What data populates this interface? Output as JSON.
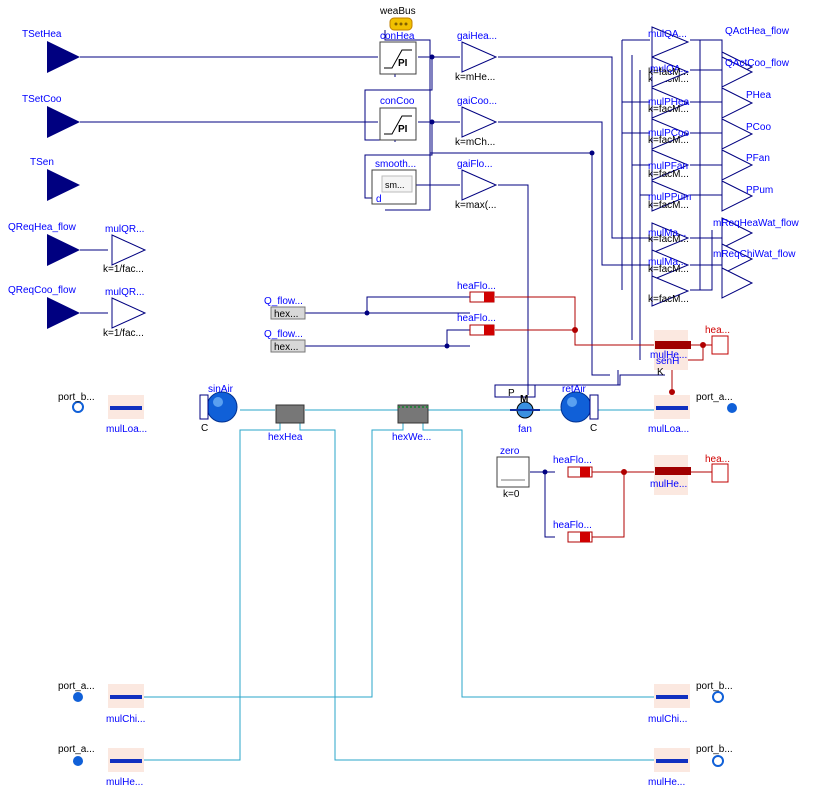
{
  "inputs": {
    "tsethea": "TSetHea",
    "tsetcoo": "TSetCoo",
    "tsen": "TSen",
    "qreqhea": "QReqHea_flow",
    "qreqcoo": "QReqCoo_flow"
  },
  "controllers": {
    "weabus": "weaBus",
    "conhea": "conHea",
    "concoo": "conCoo",
    "pi_text": "PI",
    "smooth": "smooth...",
    "smooth_inner": "sm...",
    "smooth_d": "d"
  },
  "gains": {
    "gaihea": "gaiHea...",
    "gaihea_k": "k=mHe...",
    "gaicoo": "gaiCoo...",
    "gaicoo_k": "k=mCh...",
    "gaiflo": "gaiFlo...",
    "gaiflo_k": "k=max(...",
    "mulqr1": "mulQR...",
    "mulqr1_k": "k=1/fac...",
    "mulqr2": "mulQR...",
    "mulqr2_k": "k=1/fac..."
  },
  "right_gains": {
    "mulqa1": "mulQA...",
    "mulqa1_k": "k=facM...",
    "mulqa2": "mulQA...",
    "mulqa2_k": "k=facM...",
    "mulphea": "mulPHea",
    "mulphea_k": "k=facM...",
    "mulpcoo": "mulPCoo",
    "mulpcoo_k": "k=facM...",
    "mulpfan": "mulPFan",
    "mulpfan_k": "k=facM...",
    "mulppum": "mulPPum",
    "mulppum_k": "k=facM...",
    "mulma1": "mulMa...",
    "mulma1_k": "k=facM...",
    "mulma2": "mulMa...",
    "mulma2_k": "k=facM..."
  },
  "outputs": {
    "qacthea": "QActHea_flow",
    "qactcoo": "QActCoo_flow",
    "phea": "PHea",
    "pcoo": "PCoo",
    "pfan": "PFan",
    "ppum": "PPum",
    "mreqheawat": "mReqHeaWat_flow",
    "mreqchiwat": "mReqChiWat_flow"
  },
  "heat": {
    "qflow1": "Q_flow...",
    "qflow2": "Q_flow...",
    "hex1": "hex...",
    "hex2": "hex...",
    "heaflo1": "heaFlo...",
    "heaflo2": "heaFlo...",
    "heaflo3": "heaFlo...",
    "heaflo4": "heaFlo...",
    "hea_port1": "hea...",
    "hea_port2": "hea...",
    "mulhe_top": "mulHe...",
    "mulhe_mid": "mulHe...",
    "senh": "senH",
    "k_label": "K",
    "zero": "zero",
    "zero_k": "k=0"
  },
  "fluid": {
    "sinair": "sinAir",
    "retair": "retAir",
    "hexhea": "hexHea",
    "hexwet": "hexWe...",
    "fan": "fan",
    "fan_p": "P",
    "fan_m": "M",
    "c_label": "C",
    "port_b_top": "port_b...",
    "mulloa_left": "mulLoa...",
    "port_a_top": "port_a...",
    "mulloa_right": "mulLoa...",
    "port_a_chi_left": "port_a...",
    "mulchi_left": "mulChi...",
    "port_b_chi_right": "port_b...",
    "mulchi_right": "mulChi...",
    "port_a_hea_left": "port_a...",
    "mulhe_left": "mulHe...",
    "port_b_hea_right": "port_b...",
    "mulhe_right": "mulHe..."
  },
  "colors": {
    "signal": "#000080",
    "fluid": "#2aa6c8",
    "heat": "#b00000",
    "label": "#0000ff"
  }
}
